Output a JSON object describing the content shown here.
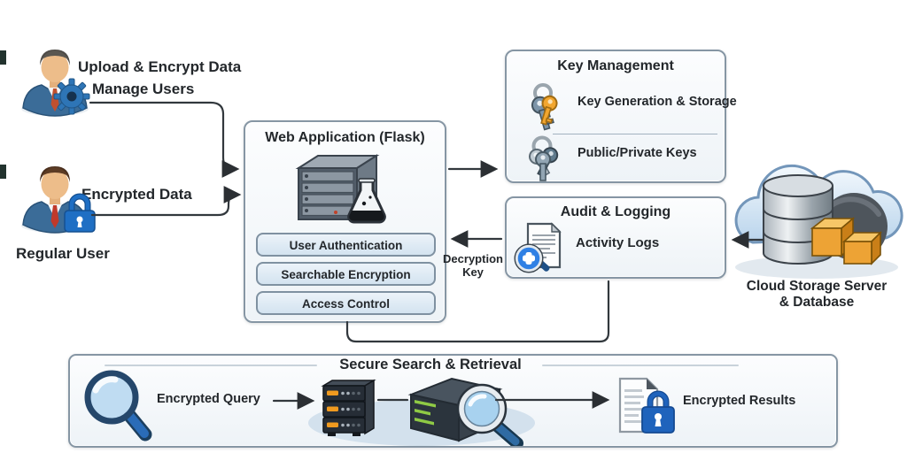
{
  "colors": {
    "background": "#ffffff",
    "box_border": "#8696a4",
    "box_fill": "#f7fafc",
    "module_fill": "#d9e7f3",
    "accent_blue": "#2e75b6",
    "lock_blue": "#1f63bc",
    "arrow": "#32383d",
    "orange_key": "#f2a62f",
    "orange_crate": "#eda335",
    "text": "#23272b"
  },
  "actors": {
    "admin": {
      "action_labels": [
        "Upload & Encrypt Data",
        "Manage Users"
      ]
    },
    "regular_user": {
      "data_label": "Encrypted Data",
      "name": "Regular User"
    }
  },
  "web_app": {
    "title": "Web Application (Flask)",
    "modules": [
      "User Authentication",
      "Searchable Encryption",
      "Access Control"
    ]
  },
  "key_management": {
    "title": "Key Management",
    "items": [
      "Key Generation & Storage",
      "Public/Private Keys"
    ]
  },
  "audit_logging": {
    "title": "Audit & Logging",
    "item": "Activity Logs"
  },
  "cloud": {
    "label_lines": [
      "Cloud Storage Server",
      "& Database"
    ]
  },
  "connections": {
    "decryption_key_lines": [
      "Decryption",
      "Key"
    ]
  },
  "secure_search": {
    "title": "Secure Search & Retrieval",
    "query_label": "Encrypted Query",
    "results_label": "Encrypted Results"
  },
  "icons": {
    "admin_user": "admin-user-icon",
    "gear": "gear-icon",
    "regular_user": "regular-user-icon",
    "padlock": "padlock-icon",
    "server_flask": "server-flask-icon",
    "key_pair": "key-pair-icon",
    "key_ring": "key-ring-icon",
    "log_magnifier": "log-magnifier-icon",
    "cloud_storage": "cloud-storage-icon",
    "magnifier": "magnifier-icon",
    "rack_server": "rack-server-icon",
    "search_server": "search-server-icon",
    "document_lock": "document-lock-icon"
  }
}
